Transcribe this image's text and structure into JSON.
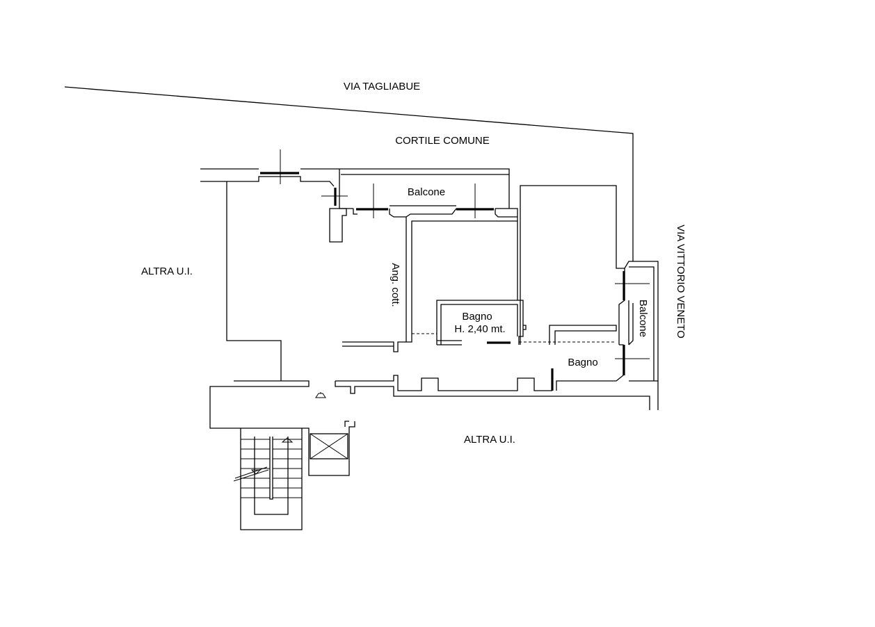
{
  "labels": {
    "street_top": "VIA TAGLIABUE",
    "courtyard": "CORTILE COMUNE",
    "balcony_top": "Balcone",
    "other_unit_left": "ALTRA U.I.",
    "kitchenette": "Ang. cott.",
    "bath_center": "Bagno",
    "bath_center_height": "H. 2,40 mt.",
    "bath_right": "Bagno",
    "balcony_right": "Balcone",
    "street_right": "VIA VITTORIO VENETO",
    "other_unit_bottom": "ALTRA U.I."
  }
}
